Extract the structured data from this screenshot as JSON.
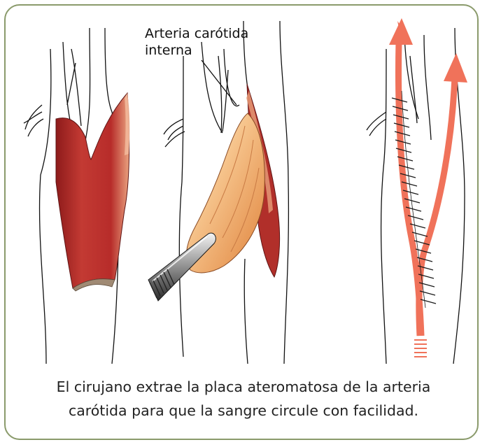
{
  "label": {
    "line1": "Arteria carótida",
    "line2": "interna"
  },
  "caption": {
    "line1": "El cirujano extrae la placa ateromatosa de la arteria",
    "line2": "carótida para que la sangre circule con facilidad."
  },
  "colors": {
    "frame_border": "#8a9a6b",
    "artery_wall": "#b52b2b",
    "plaque": "#f0b078",
    "blood_flow_arrow": "#f0725a",
    "outline": "#111111"
  }
}
